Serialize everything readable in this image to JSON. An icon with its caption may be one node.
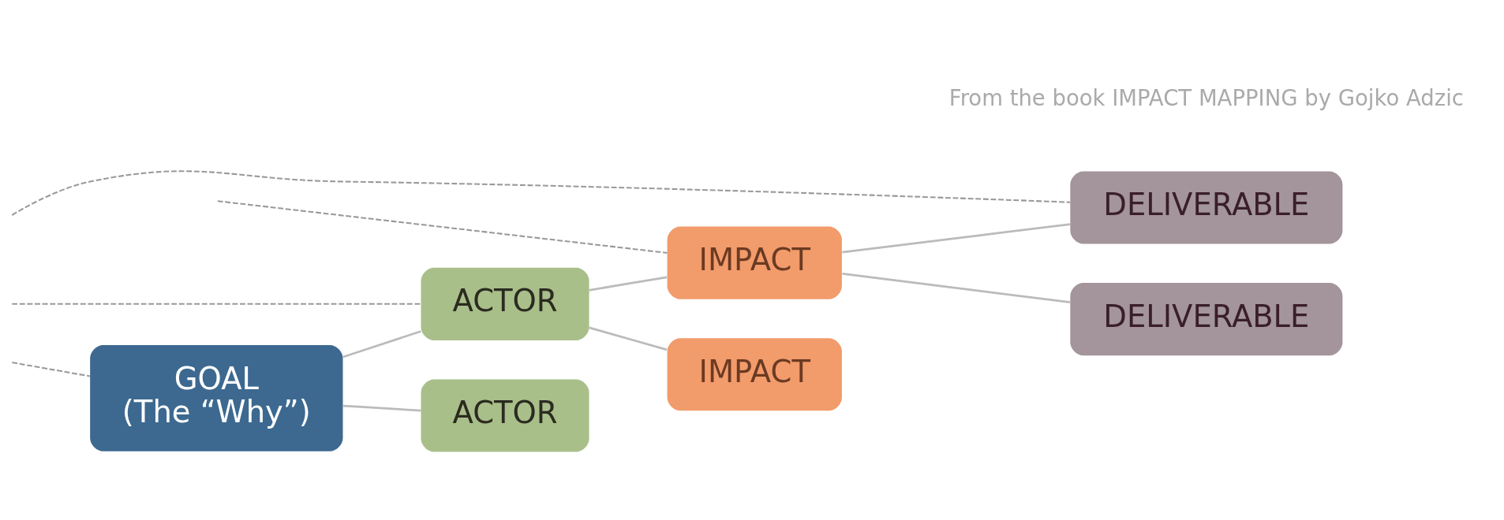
{
  "diagram": {
    "nodes": [
      {
        "text": [
          "GOAL",
          "(The “Why”)"
        ]
      },
      {
        "text": [
          "ACTOR"
        ]
      },
      {
        "text": [
          "ACTOR"
        ]
      },
      {
        "text": [
          "IMPACT"
        ]
      },
      {
        "text": [
          "IMPACT"
        ]
      },
      {
        "text": [
          "DELIVERABLE"
        ]
      },
      {
        "text": [
          "DELIVERABLE"
        ]
      }
    ],
    "edges": [
      {
        "from": 0,
        "to": 1,
        "arrow": "none"
      },
      {
        "from": 0,
        "to": 2,
        "arrow": "none"
      },
      {
        "from": 1,
        "to": 3,
        "arrow": "none"
      },
      {
        "from": 1,
        "to": 4,
        "arrow": "none"
      },
      {
        "from": 3,
        "to": 5,
        "arrow": "none"
      },
      {
        "from": 3,
        "to": 6,
        "arrow": "none"
      },
      {
        "from": null,
        "to": 0,
        "arrow": "none",
        "style": "dashed",
        "color": "#999999"
      },
      {
        "from": null,
        "to": 1,
        "arrow": "none",
        "style": "dashed",
        "color": "#999999"
      },
      {
        "from": null,
        "to": 3,
        "arrow": "none",
        "style": "dashed",
        "color": "#999999"
      },
      {
        "from": null,
        "to": 5,
        "arrow": "none",
        "style": "dashed",
        "color": "#999999"
      }
    ],
    "labels": [
      "From the book IMPACT MAPPING by Gojko Adzic"
    ]
  }
}
